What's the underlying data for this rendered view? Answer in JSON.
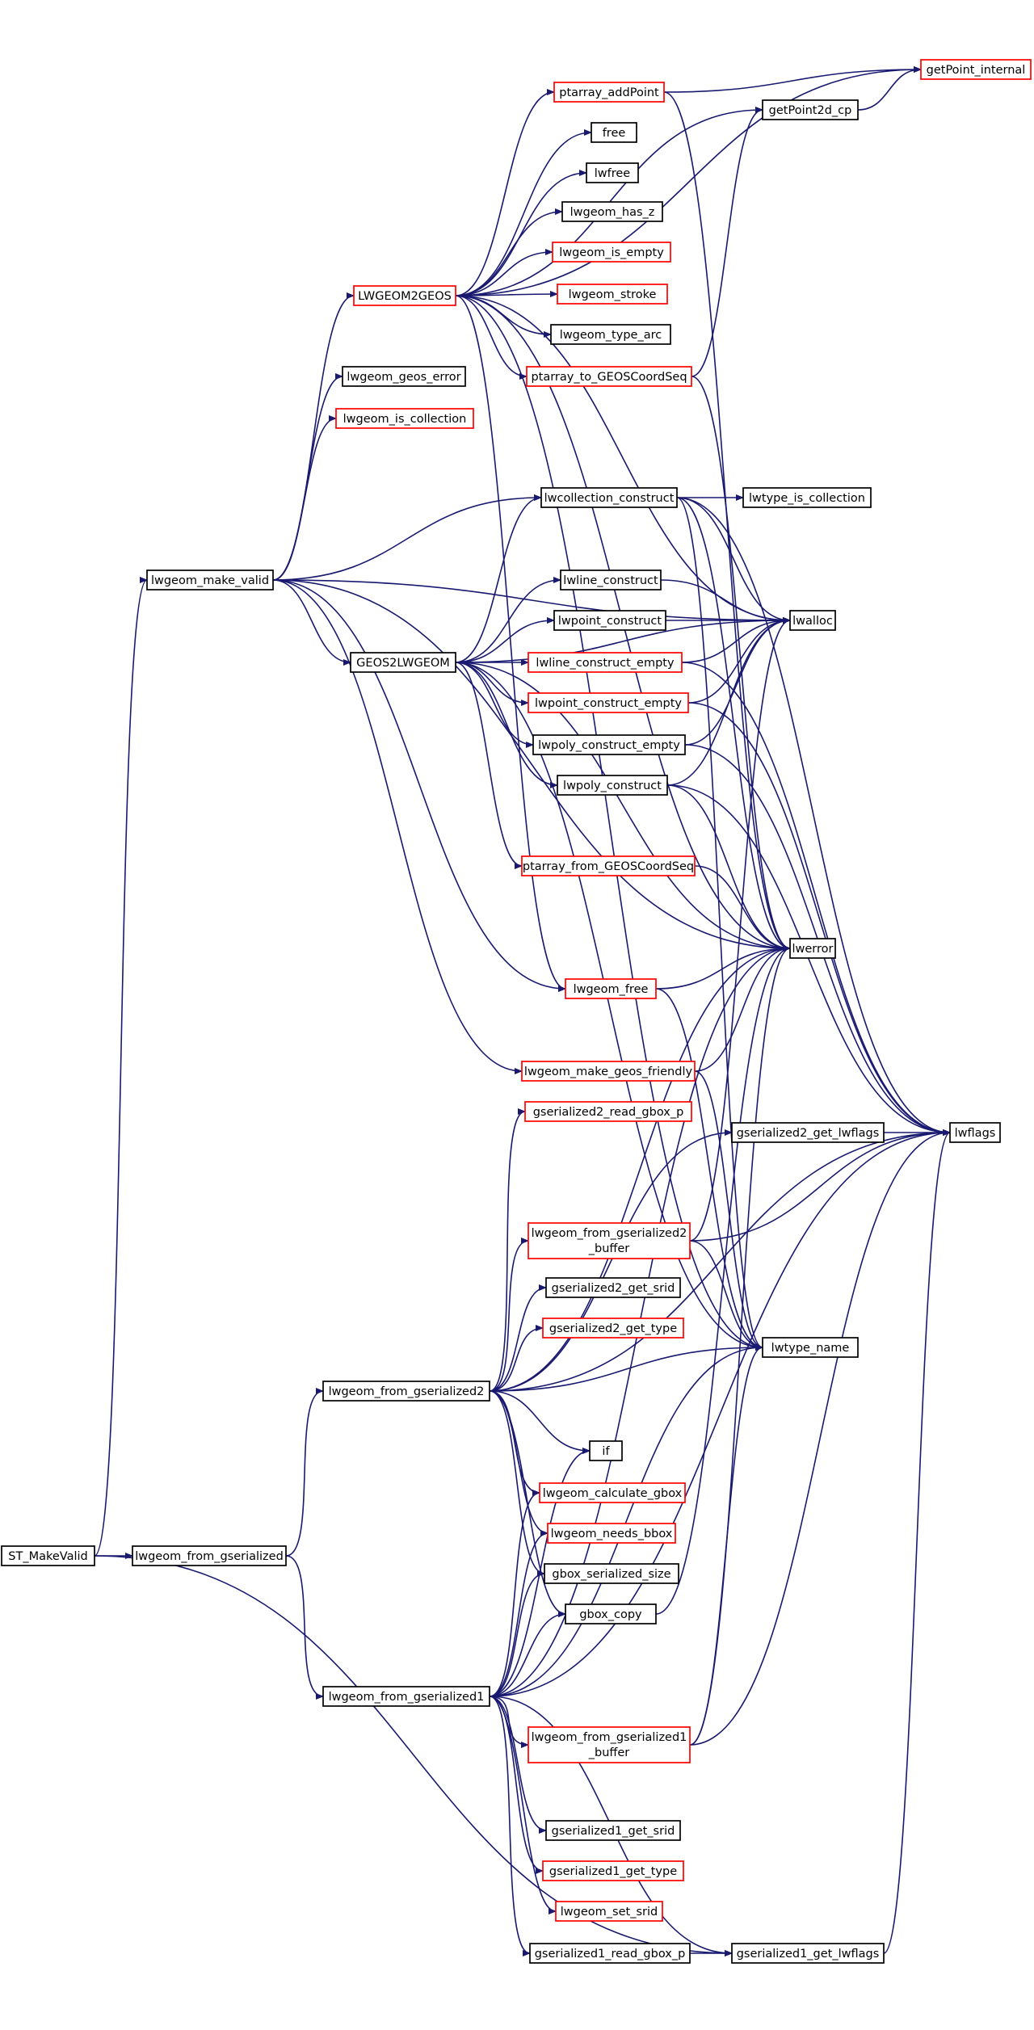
{
  "diagram": {
    "colors": {
      "edge": "#191970",
      "normal_border": "#000000",
      "linked_border": "#ff0000",
      "root_fill": "#bfbfbf",
      "background": "#ffffff"
    },
    "nodes": [
      {
        "id": "st_makevalid",
        "lines": [
          "ST_MakeValid"
        ],
        "style": "root"
      },
      {
        "id": "lwgeom_from_gserialized",
        "lines": [
          "lwgeom_from_gserialized"
        ],
        "style": "normal"
      },
      {
        "id": "lwgeom_make_valid",
        "lines": [
          "lwgeom_make_valid"
        ],
        "style": "normal"
      },
      {
        "id": "lwgeom2geos",
        "lines": [
          "LWGEOM2GEOS"
        ],
        "style": "linked"
      },
      {
        "id": "ptarray_addpoint",
        "lines": [
          "ptarray_addPoint"
        ],
        "style": "linked"
      },
      {
        "id": "getpoint_internal",
        "lines": [
          "getPoint_internal"
        ],
        "style": "linked"
      },
      {
        "id": "getpoint2d_cp",
        "lines": [
          "getPoint2d_cp"
        ],
        "style": "normal"
      },
      {
        "id": "free",
        "lines": [
          "free"
        ],
        "style": "normal"
      },
      {
        "id": "lwfree",
        "lines": [
          "lwfree"
        ],
        "style": "normal"
      },
      {
        "id": "lwgeom_has_z",
        "lines": [
          "lwgeom_has_z"
        ],
        "style": "normal"
      },
      {
        "id": "lwgeom_is_empty",
        "lines": [
          "lwgeom_is_empty"
        ],
        "style": "linked"
      },
      {
        "id": "lwgeom_stroke",
        "lines": [
          "lwgeom_stroke"
        ],
        "style": "linked"
      },
      {
        "id": "lwgeom_type_arc",
        "lines": [
          "lwgeom_type_arc"
        ],
        "style": "normal"
      },
      {
        "id": "ptarray_to_geoscoordseq",
        "lines": [
          "ptarray_to_GEOSCoordSeq"
        ],
        "style": "linked"
      },
      {
        "id": "lwgeom_geos_error",
        "lines": [
          "lwgeom_geos_error"
        ],
        "style": "normal"
      },
      {
        "id": "lwgeom_is_collection",
        "lines": [
          "lwgeom_is_collection"
        ],
        "style": "linked"
      },
      {
        "id": "lwcollection_construct",
        "lines": [
          "lwcollection_construct"
        ],
        "style": "normal"
      },
      {
        "id": "lwtype_is_collection",
        "lines": [
          "lwtype_is_collection"
        ],
        "style": "normal"
      },
      {
        "id": "lwline_construct",
        "lines": [
          "lwline_construct"
        ],
        "style": "normal"
      },
      {
        "id": "lwalloc",
        "lines": [
          "lwalloc"
        ],
        "style": "normal"
      },
      {
        "id": "lwpoint_construct",
        "lines": [
          "lwpoint_construct"
        ],
        "style": "normal"
      },
      {
        "id": "geos2lwgeom",
        "lines": [
          "GEOS2LWGEOM"
        ],
        "style": "normal"
      },
      {
        "id": "lwline_construct_empty",
        "lines": [
          "lwline_construct_empty"
        ],
        "style": "linked"
      },
      {
        "id": "lwpoint_construct_empty",
        "lines": [
          "lwpoint_construct_empty"
        ],
        "style": "linked"
      },
      {
        "id": "lwpoly_construct_empty",
        "lines": [
          "lwpoly_construct_empty"
        ],
        "style": "normal"
      },
      {
        "id": "lwpoly_construct",
        "lines": [
          "lwpoly_construct"
        ],
        "style": "normal"
      },
      {
        "id": "ptarray_from_geoscoordseq",
        "lines": [
          "ptarray_from_GEOSCoordSeq"
        ],
        "style": "linked"
      },
      {
        "id": "lwerror",
        "lines": [
          "lwerror"
        ],
        "style": "normal"
      },
      {
        "id": "lwgeom_free",
        "lines": [
          "lwgeom_free"
        ],
        "style": "linked"
      },
      {
        "id": "lwgeom_make_geos_friendly",
        "lines": [
          "lwgeom_make_geos_friendly"
        ],
        "style": "linked"
      },
      {
        "id": "gserialized2_read_gbox_p",
        "lines": [
          "gserialized2_read_gbox_p"
        ],
        "style": "linked"
      },
      {
        "id": "gserialized2_get_lwflags",
        "lines": [
          "gserialized2_get_lwflags"
        ],
        "style": "normal"
      },
      {
        "id": "lwflags",
        "lines": [
          "lwflags"
        ],
        "style": "normal"
      },
      {
        "id": "lwgeom_from_gserialized2_buffer",
        "lines": [
          "lwgeom_from_gserialized2",
          "_buffer"
        ],
        "style": "linked"
      },
      {
        "id": "gserialized2_get_srid",
        "lines": [
          "gserialized2_get_srid"
        ],
        "style": "normal"
      },
      {
        "id": "gserialized2_get_type",
        "lines": [
          "gserialized2_get_type"
        ],
        "style": "linked"
      },
      {
        "id": "lwtype_name",
        "lines": [
          "lwtype_name"
        ],
        "style": "normal"
      },
      {
        "id": "lwgeom_from_gserialized2",
        "lines": [
          "lwgeom_from_gserialized2"
        ],
        "style": "normal"
      },
      {
        "id": "if",
        "lines": [
          "if"
        ],
        "style": "normal"
      },
      {
        "id": "lwgeom_calculate_gbox",
        "lines": [
          "lwgeom_calculate_gbox"
        ],
        "style": "linked"
      },
      {
        "id": "lwgeom_needs_bbox",
        "lines": [
          "lwgeom_needs_bbox"
        ],
        "style": "linked"
      },
      {
        "id": "gbox_serialized_size",
        "lines": [
          "gbox_serialized_size"
        ],
        "style": "normal"
      },
      {
        "id": "gbox_copy",
        "lines": [
          "gbox_copy"
        ],
        "style": "normal"
      },
      {
        "id": "lwgeom_from_gserialized1",
        "lines": [
          "lwgeom_from_gserialized1"
        ],
        "style": "normal"
      },
      {
        "id": "lwgeom_from_gserialized1_buffer",
        "lines": [
          "lwgeom_from_gserialized1",
          "_buffer"
        ],
        "style": "linked"
      },
      {
        "id": "gserialized1_get_srid",
        "lines": [
          "gserialized1_get_srid"
        ],
        "style": "normal"
      },
      {
        "id": "gserialized1_get_type",
        "lines": [
          "gserialized1_get_type"
        ],
        "style": "linked"
      },
      {
        "id": "lwgeom_set_srid",
        "lines": [
          "lwgeom_set_srid"
        ],
        "style": "linked"
      },
      {
        "id": "gserialized1_read_gbox_p",
        "lines": [
          "gserialized1_read_gbox_p"
        ],
        "style": "normal"
      },
      {
        "id": "gserialized1_get_lwflags",
        "lines": [
          "gserialized1_get_lwflags"
        ],
        "style": "normal"
      }
    ],
    "edges": [
      [
        "st_makevalid",
        "lwgeom_from_gserialized"
      ],
      [
        "st_makevalid",
        "lwgeom_make_valid"
      ],
      [
        "st_makevalid",
        "gserialized1_get_lwflags"
      ],
      [
        "lwgeom_from_gserialized",
        "lwgeom_from_gserialized2"
      ],
      [
        "lwgeom_from_gserialized",
        "lwgeom_from_gserialized1"
      ],
      [
        "lwgeom_make_valid",
        "lwgeom2geos"
      ],
      [
        "lwgeom_make_valid",
        "lwgeom_geos_error"
      ],
      [
        "lwgeom_make_valid",
        "lwgeom_is_collection"
      ],
      [
        "lwgeom_make_valid",
        "lwalloc"
      ],
      [
        "lwgeom_make_valid",
        "lwcollection_construct"
      ],
      [
        "lwgeom_make_valid",
        "geos2lwgeom"
      ],
      [
        "lwgeom_make_valid",
        "lwgeom_free"
      ],
      [
        "lwgeom_make_valid",
        "lwerror"
      ],
      [
        "lwgeom_make_valid",
        "lwgeom_make_geos_friendly"
      ],
      [
        "lwgeom2geos",
        "ptarray_addpoint"
      ],
      [
        "lwgeom2geos",
        "getpoint_internal"
      ],
      [
        "lwgeom2geos",
        "getpoint2d_cp"
      ],
      [
        "lwgeom2geos",
        "free"
      ],
      [
        "lwgeom2geos",
        "lwfree"
      ],
      [
        "lwgeom2geos",
        "lwgeom_has_z"
      ],
      [
        "lwgeom2geos",
        "lwgeom_is_empty"
      ],
      [
        "lwgeom2geos",
        "lwgeom_stroke"
      ],
      [
        "lwgeom2geos",
        "lwgeom_type_arc"
      ],
      [
        "lwgeom2geos",
        "ptarray_to_geoscoordseq"
      ],
      [
        "lwgeom2geos",
        "lwalloc"
      ],
      [
        "lwgeom2geos",
        "lwerror"
      ],
      [
        "lwgeom2geos",
        "lwgeom_free"
      ],
      [
        "lwgeom2geos",
        "lwtype_name"
      ],
      [
        "ptarray_addpoint",
        "getpoint_internal"
      ],
      [
        "ptarray_addpoint",
        "lwerror"
      ],
      [
        "getpoint2d_cp",
        "getpoint_internal"
      ],
      [
        "ptarray_to_geoscoordseq",
        "getpoint2d_cp"
      ],
      [
        "ptarray_to_geoscoordseq",
        "lwerror"
      ],
      [
        "lwcollection_construct",
        "lwtype_is_collection"
      ],
      [
        "lwcollection_construct",
        "lwalloc"
      ],
      [
        "lwcollection_construct",
        "lwerror"
      ],
      [
        "lwcollection_construct",
        "lwflags"
      ],
      [
        "lwcollection_construct",
        "lwtype_name"
      ],
      [
        "lwline_construct",
        "lwalloc"
      ],
      [
        "lwpoint_construct",
        "lwalloc"
      ],
      [
        "geos2lwgeom",
        "lwcollection_construct"
      ],
      [
        "geos2lwgeom",
        "lwalloc"
      ],
      [
        "geos2lwgeom",
        "lwline_construct"
      ],
      [
        "geos2lwgeom",
        "lwpoint_construct"
      ],
      [
        "geos2lwgeom",
        "lwline_construct_empty"
      ],
      [
        "geos2lwgeom",
        "lwpoint_construct_empty"
      ],
      [
        "geos2lwgeom",
        "lwpoly_construct_empty"
      ],
      [
        "geos2lwgeom",
        "lwpoly_construct"
      ],
      [
        "geos2lwgeom",
        "ptarray_from_geoscoordseq"
      ],
      [
        "geos2lwgeom",
        "lwerror"
      ],
      [
        "geos2lwgeom",
        "lwtype_name"
      ],
      [
        "lwline_construct_empty",
        "lwalloc"
      ],
      [
        "lwline_construct_empty",
        "lwflags"
      ],
      [
        "lwpoint_construct_empty",
        "lwalloc"
      ],
      [
        "lwpoint_construct_empty",
        "lwflags"
      ],
      [
        "lwpoly_construct_empty",
        "lwalloc"
      ],
      [
        "lwpoly_construct_empty",
        "lwflags"
      ],
      [
        "lwpoly_construct",
        "lwalloc"
      ],
      [
        "lwpoly_construct",
        "lwerror"
      ],
      [
        "lwpoly_construct",
        "lwflags"
      ],
      [
        "ptarray_from_geoscoordseq",
        "lwerror"
      ],
      [
        "lwgeom_free",
        "lwerror"
      ],
      [
        "lwgeom_free",
        "lwtype_name"
      ],
      [
        "lwgeom_make_geos_friendly",
        "lwerror"
      ],
      [
        "lwgeom_make_geos_friendly",
        "lwtype_name"
      ],
      [
        "gserialized2_get_lwflags",
        "lwflags"
      ],
      [
        "lwgeom_from_gserialized2_buffer",
        "lwalloc"
      ],
      [
        "lwgeom_from_gserialized2_buffer",
        "lwflags"
      ],
      [
        "lwgeom_from_gserialized2_buffer",
        "lwtype_name"
      ],
      [
        "lwgeom_from_gserialized2",
        "gserialized2_read_gbox_p"
      ],
      [
        "lwgeom_from_gserialized2",
        "gserialized2_get_lwflags"
      ],
      [
        "lwgeom_from_gserialized2",
        "lwflags"
      ],
      [
        "lwgeom_from_gserialized2",
        "lwgeom_from_gserialized2_buffer"
      ],
      [
        "lwgeom_from_gserialized2",
        "gserialized2_get_srid"
      ],
      [
        "lwgeom_from_gserialized2",
        "gserialized2_get_type"
      ],
      [
        "lwgeom_from_gserialized2",
        "lwtype_name"
      ],
      [
        "lwgeom_from_gserialized2",
        "lwerror"
      ],
      [
        "lwgeom_from_gserialized2",
        "if"
      ],
      [
        "lwgeom_from_gserialized2",
        "lwgeom_calculate_gbox"
      ],
      [
        "lwgeom_from_gserialized2",
        "lwgeom_needs_bbox"
      ],
      [
        "lwgeom_from_gserialized2",
        "gbox_serialized_size"
      ],
      [
        "lwgeom_from_gserialized2",
        "gbox_copy"
      ],
      [
        "gbox_copy",
        "lwerror"
      ],
      [
        "lwgeom_from_gserialized1",
        "if"
      ],
      [
        "lwgeom_from_gserialized1",
        "lwgeom_calculate_gbox"
      ],
      [
        "lwgeom_from_gserialized1",
        "lwgeom_needs_bbox"
      ],
      [
        "lwgeom_from_gserialized1",
        "gbox_serialized_size"
      ],
      [
        "lwgeom_from_gserialized1",
        "gbox_copy"
      ],
      [
        "lwgeom_from_gserialized1",
        "lwerror"
      ],
      [
        "lwgeom_from_gserialized1",
        "lwgeom_from_gserialized1_buffer"
      ],
      [
        "lwgeom_from_gserialized1",
        "lwflags"
      ],
      [
        "lwgeom_from_gserialized1",
        "gserialized1_get_srid"
      ],
      [
        "lwgeom_from_gserialized1",
        "gserialized1_get_type"
      ],
      [
        "lwgeom_from_gserialized1",
        "lwgeom_set_srid"
      ],
      [
        "lwgeom_from_gserialized1",
        "gserialized1_read_gbox_p"
      ],
      [
        "lwgeom_from_gserialized1",
        "gserialized1_get_lwflags"
      ],
      [
        "lwgeom_from_gserialized1",
        "lwtype_name"
      ],
      [
        "lwgeom_from_gserialized1_buffer",
        "lwerror"
      ],
      [
        "lwgeom_from_gserialized1_buffer",
        "lwflags"
      ],
      [
        "lwgeom_from_gserialized1_buffer",
        "lwtype_name"
      ],
      [
        "gserialized1_read_gbox_p",
        "gserialized1_get_lwflags"
      ],
      [
        "gserialized1_get_lwflags",
        "lwflags"
      ]
    ]
  }
}
